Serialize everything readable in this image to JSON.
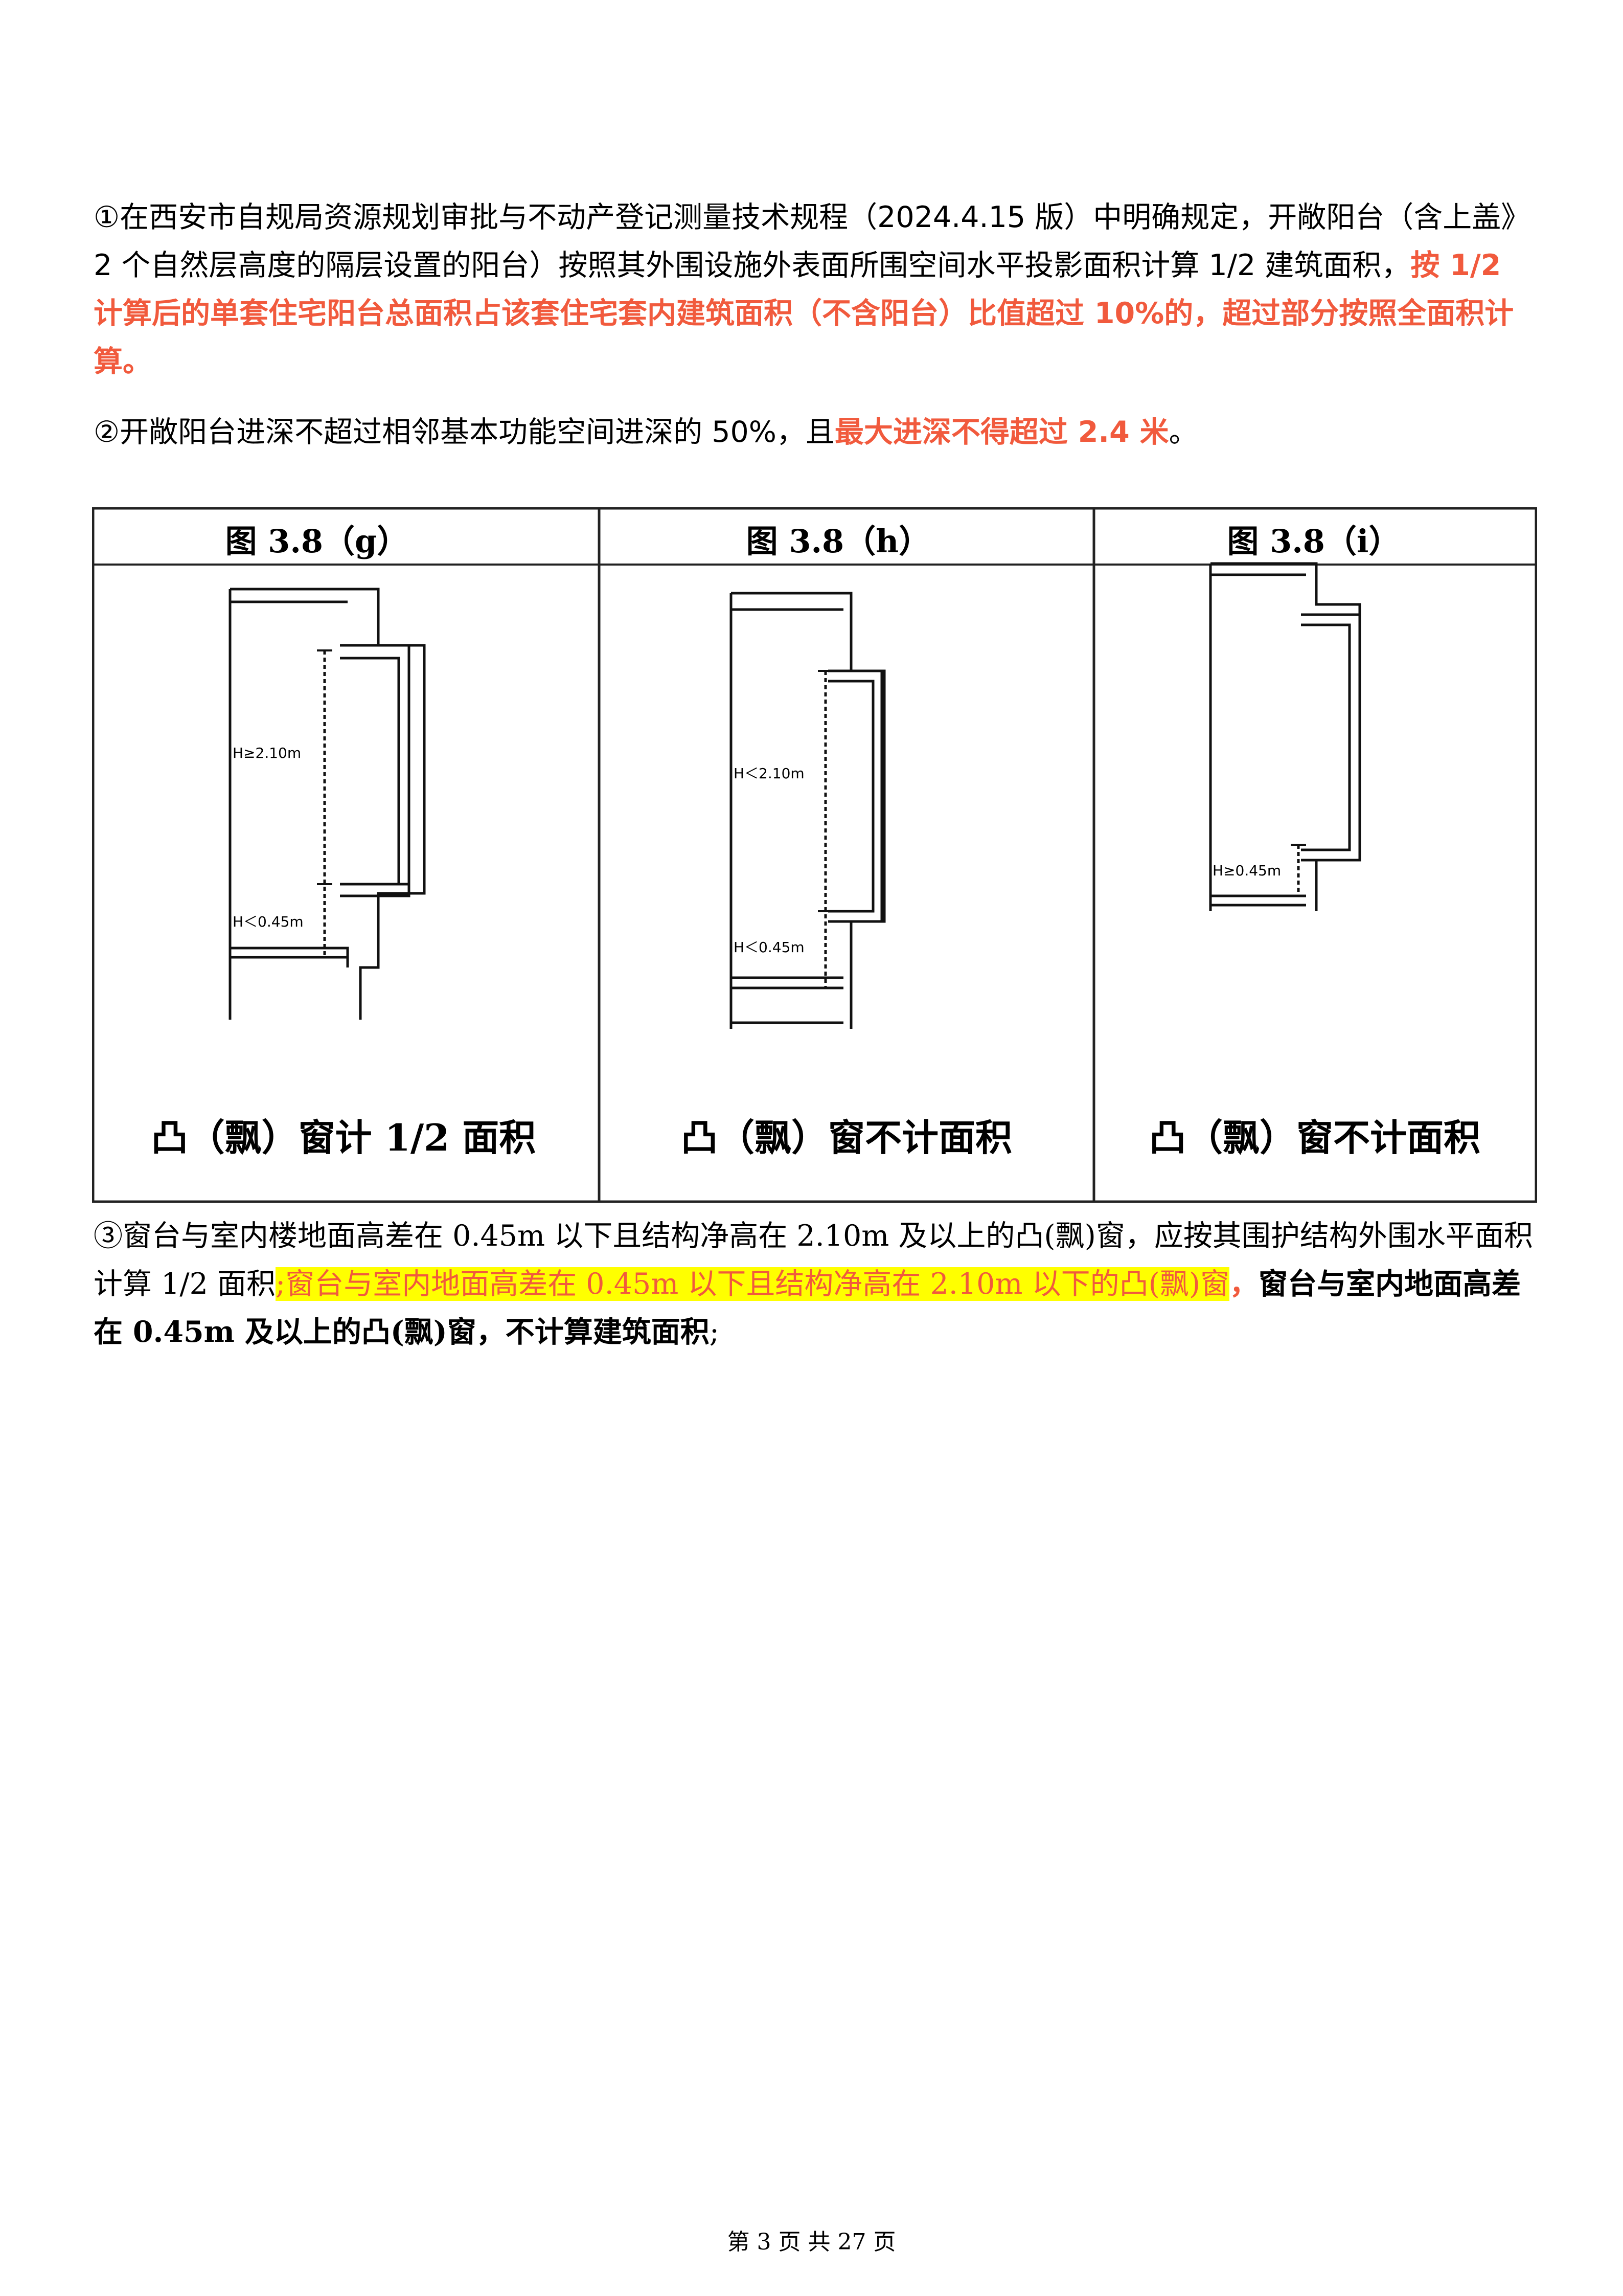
{
  "paragraph1": {
    "normal": "①在西安市自规局资源规划审批与不动产登记测量技术规程（2024.4.15 版）中明确规定，开敞阳台（含上盖》2 个自然层高度的隔层设置的阳台）按照其外围设施外表面所围空间水平投影面积计算 1/2 建筑面积，",
    "highlight": "按 1/2 计算后的单套住宅阳台总面积占该套住宅套内建筑面积（不含阳台）比值超过 10%的，超过部分按照全面积计算",
    "end": "。"
  },
  "paragraph2": {
    "normal": "②开敞阳台进深不超过相邻基本功能空间进深的 50%，且",
    "highlight": "最大进深不得超过 2.4 米",
    "end": "。"
  },
  "figure": {
    "panels": [
      {
        "title": "图 3.8（g）",
        "label_upper": "H≥2.10m",
        "label_lower": "H＜0.45m",
        "caption": "凸（飘）窗计 1/2 面积"
      },
      {
        "title": "图 3.8（h）",
        "label_upper": "H＜2.10m",
        "label_lower": "H＜0.45m",
        "caption": "凸（飘）窗不计面积"
      },
      {
        "title": "图 3.8（i）",
        "label_lower": "H≥0.45m",
        "caption": "凸（飘）窗不计面积"
      }
    ]
  },
  "paragraph3": {
    "normal": "③窗台与室内楼地面高差在 0.45m 以下且结构净高在 2.10m 及以上的凸(飘)窗，应按其围护结构外围水平面积计算 1/2 面积",
    "highlight": ";窗台与室内地面高差在 0.45m 以下且结构净高在 2.10m 以下的凸(飘)窗",
    "comma": "，",
    "bold": "窗台与室内地面高差在 0.45m 及以上的凸(飘)窗，不计算建筑面积",
    "end": ";"
  },
  "footer": "第 3 页 共 27 页"
}
